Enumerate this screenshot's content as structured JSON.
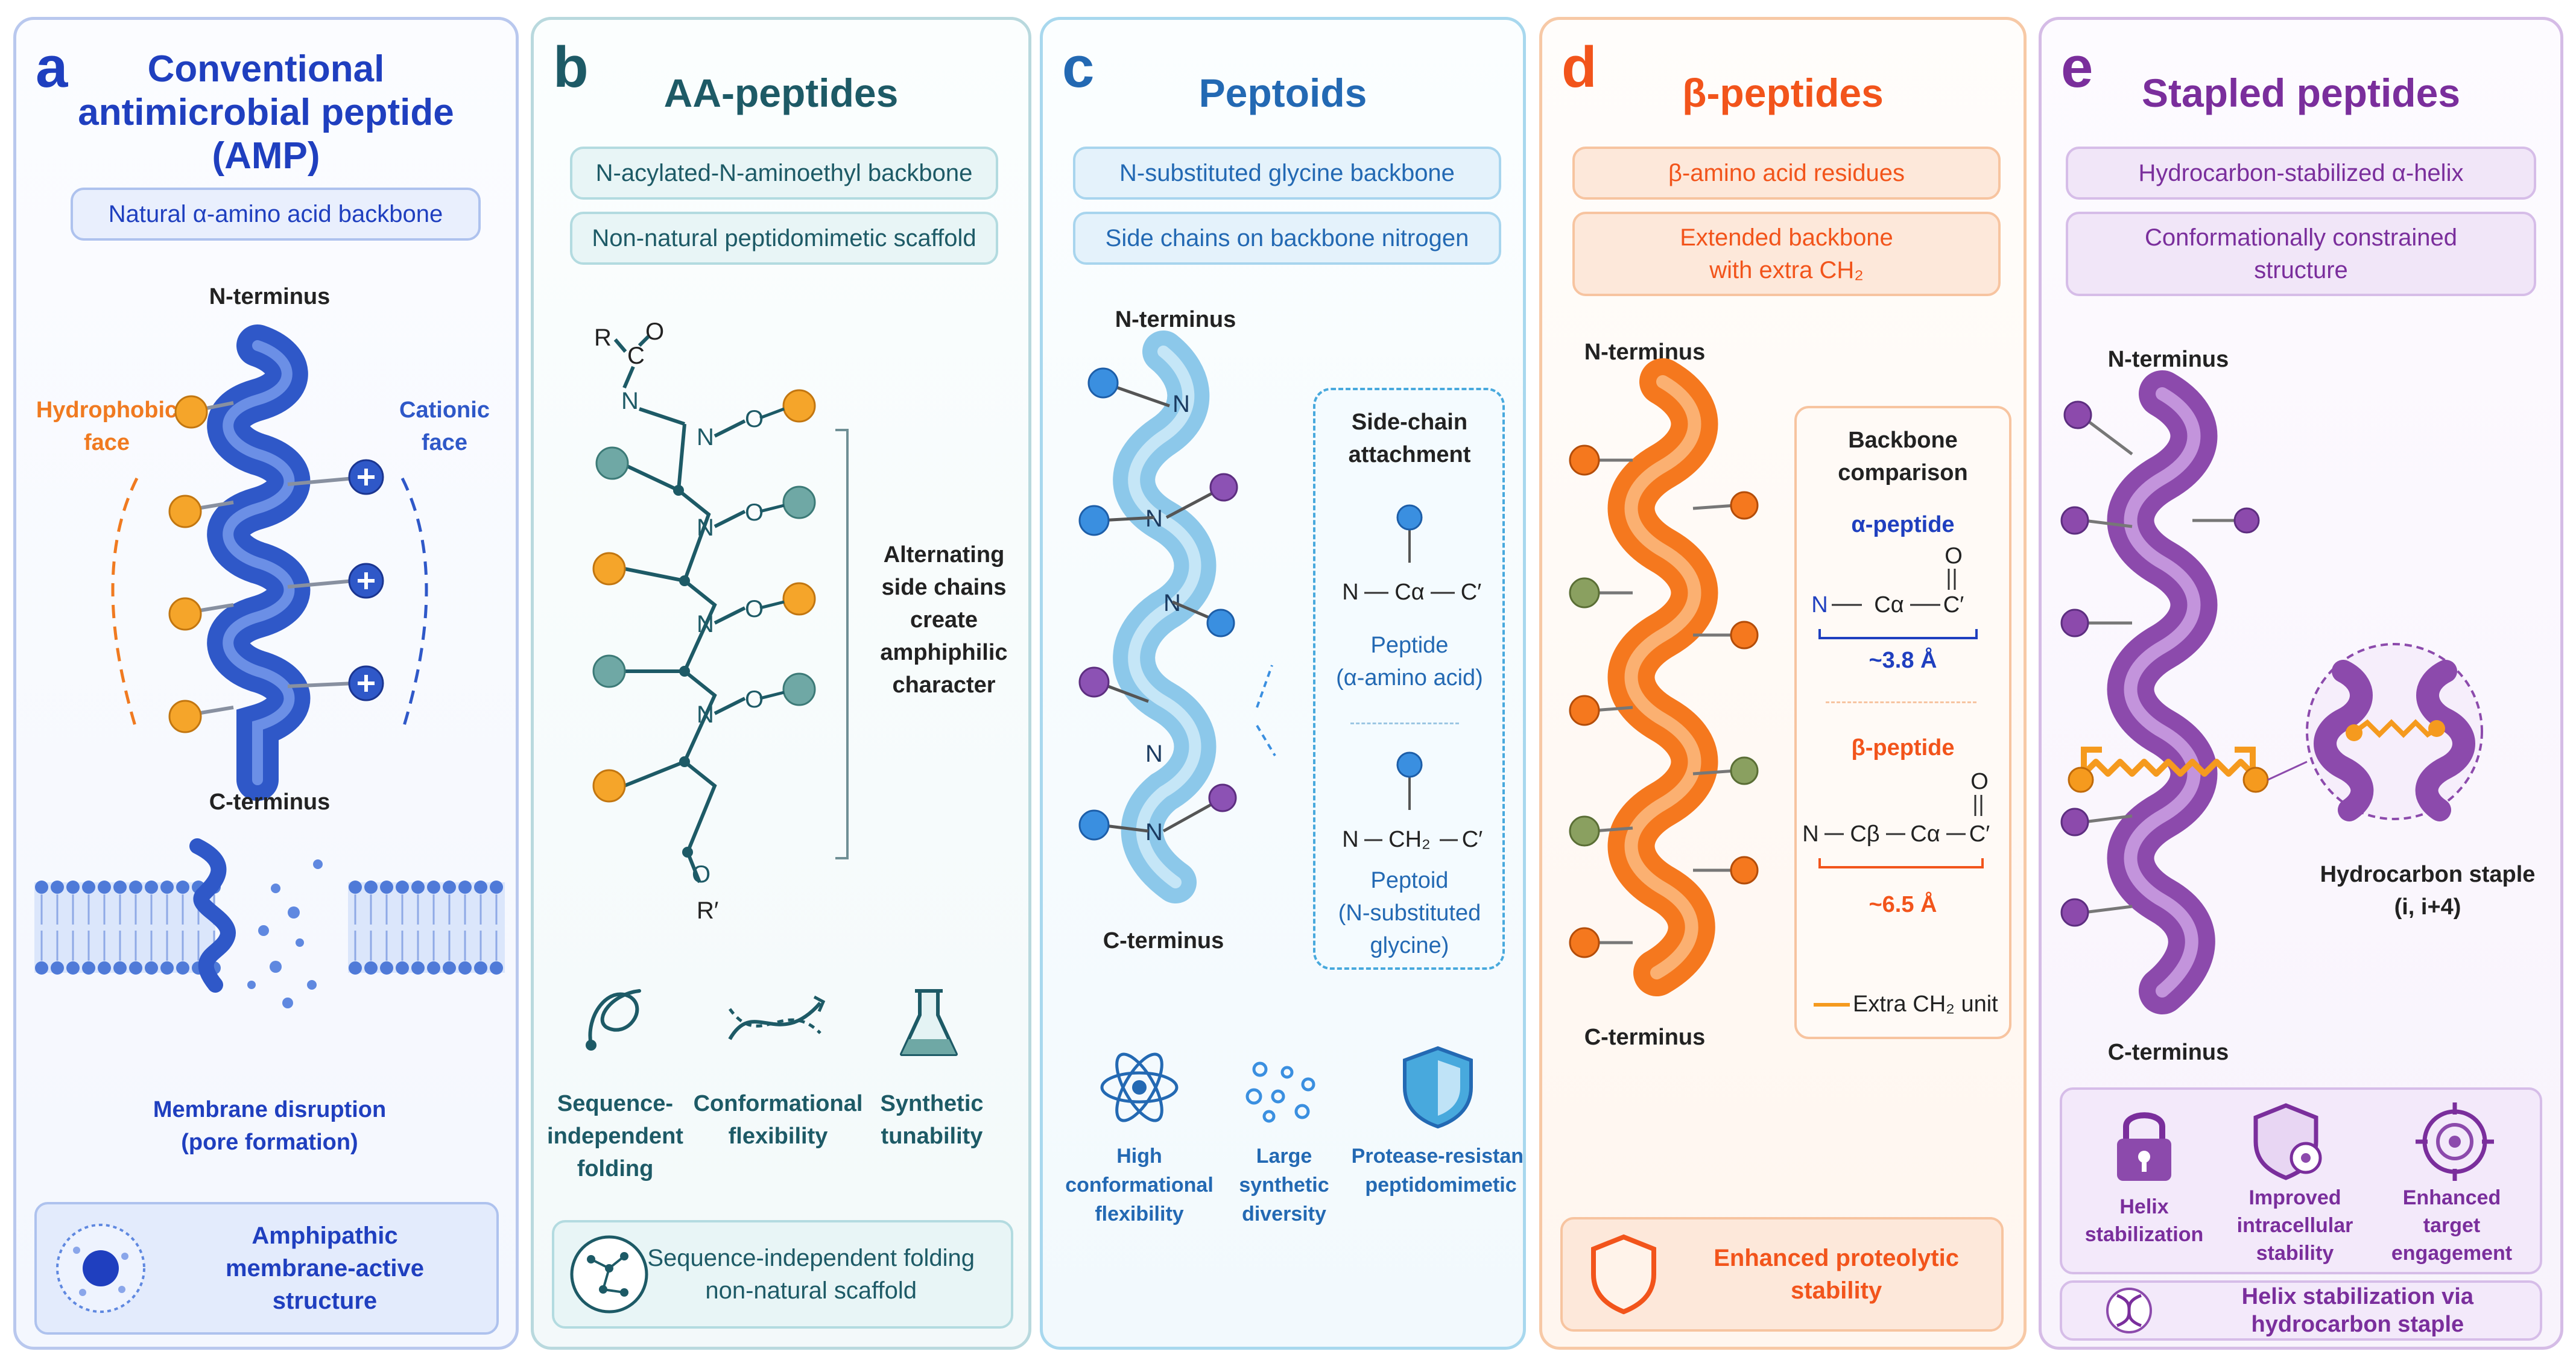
{
  "colors": {
    "amp_blue": "#1f3fbf",
    "aa_teal": "#1d5a66",
    "peptoid_blue": "#2369b3",
    "beta_orange": "#f2541b",
    "stapled_purple": "#7a2e9c",
    "hydrophobic_orange": "#f0a030",
    "helix_blue": "#2f58c8",
    "helix_light_blue": "#8cc8ea",
    "helix_orange": "#f5781e",
    "helix_purple": "#8c4aac"
  },
  "panel_a": {
    "letter": "a",
    "title": "Conventional\nantimicrobial peptide\n(AMP)",
    "box1": "Natural α-amino acid backbone",
    "n_terminus": "N-terminus",
    "hydrophobic_face": "Hydrophobic\nface",
    "cationic_face": "Cationic\nface",
    "c_terminus": "C-terminus",
    "membrane_label": "Membrane disruption\n(pore formation)",
    "bottom_box": "Amphipathic\nmembrane-active\nstructure"
  },
  "panel_b": {
    "letter": "b",
    "title": "AA-peptides",
    "box1": "N-acylated-N-aminoethyl backbone",
    "box2": "Non-natural peptidomimetic scaffold",
    "atoms": {
      "r": "R",
      "c": "C",
      "o_top": "O",
      "n": "N",
      "o": "O",
      "r_prime": "R′"
    },
    "annotation": "Alternating\nside chains\ncreate\namphiphilic\ncharacter",
    "features": [
      {
        "icon": "loop-icon",
        "label": "Sequence-\nindependent\nfolding"
      },
      {
        "icon": "twist-icon",
        "label": "Conformational\nflexibility"
      },
      {
        "icon": "flask-icon",
        "label": "Synthetic\ntunability"
      }
    ],
    "bottom_box": "Sequence-independent folding\nnon-natural scaffold"
  },
  "panel_c": {
    "letter": "c",
    "title": "Peptoids",
    "box1": "N-substituted glycine backbone",
    "box2": "Side chains on backbone nitrogen",
    "n_terminus": "N-terminus",
    "c_terminus": "C-terminus",
    "helix_n": "N",
    "inset_title": "Side-chain\nattachment",
    "peptide_formula": [
      "N",
      "Cα",
      "C′"
    ],
    "peptide_label": "Peptide\n(α-amino acid)",
    "peptoid_formula": [
      "N",
      "CH₂",
      "C′"
    ],
    "peptoid_label": "Peptoid\n(N-substituted\nglycine)",
    "features": [
      {
        "icon": "atom-icon",
        "label": "High conformational\nflexibility"
      },
      {
        "icon": "bubbles-icon",
        "label": "Large synthetic\ndiversity"
      },
      {
        "icon": "shield-icon",
        "label": "Protease-resistant\npeptidomimetic"
      }
    ]
  },
  "panel_d": {
    "letter": "d",
    "title": "β-peptides",
    "box1": "β-amino acid residues",
    "box2": "Extended backbone\nwith extra CH₂",
    "n_terminus": "N-terminus",
    "c_terminus": "C-terminus",
    "comparison_title": "Backbone\ncomparison",
    "alpha_label": "α-peptide",
    "alpha_formula": [
      "N",
      "Cα",
      "C′",
      "O"
    ],
    "alpha_distance": "~3.8 Å",
    "beta_label": "β-peptide",
    "beta_formula": [
      "N",
      "Cβ",
      "Cα",
      "C′",
      "O"
    ],
    "beta_distance": "~6.5 Å",
    "legend": "Extra CH₂ unit",
    "bottom_box": "Enhanced proteolytic\nstability"
  },
  "panel_e": {
    "letter": "e",
    "title": "Stapled peptides",
    "box1": "Hydrocarbon-stabilized α-helix",
    "box2": "Conformationally constrained\nstructure",
    "n_terminus": "N-terminus",
    "c_terminus": "C-terminus",
    "staple_label": "Hydrocarbon staple\n(i, i+4)",
    "features": [
      {
        "icon": "lock-icon",
        "label": "Helix\nstabilization"
      },
      {
        "icon": "shield-cell-icon",
        "label": "Improved\nintracellular\nstability"
      },
      {
        "icon": "target-icon",
        "label": "Enhanced\ntarget\nengagement"
      }
    ],
    "bottom_box": "Helix stabilization via\nhydrocarbon staple"
  }
}
